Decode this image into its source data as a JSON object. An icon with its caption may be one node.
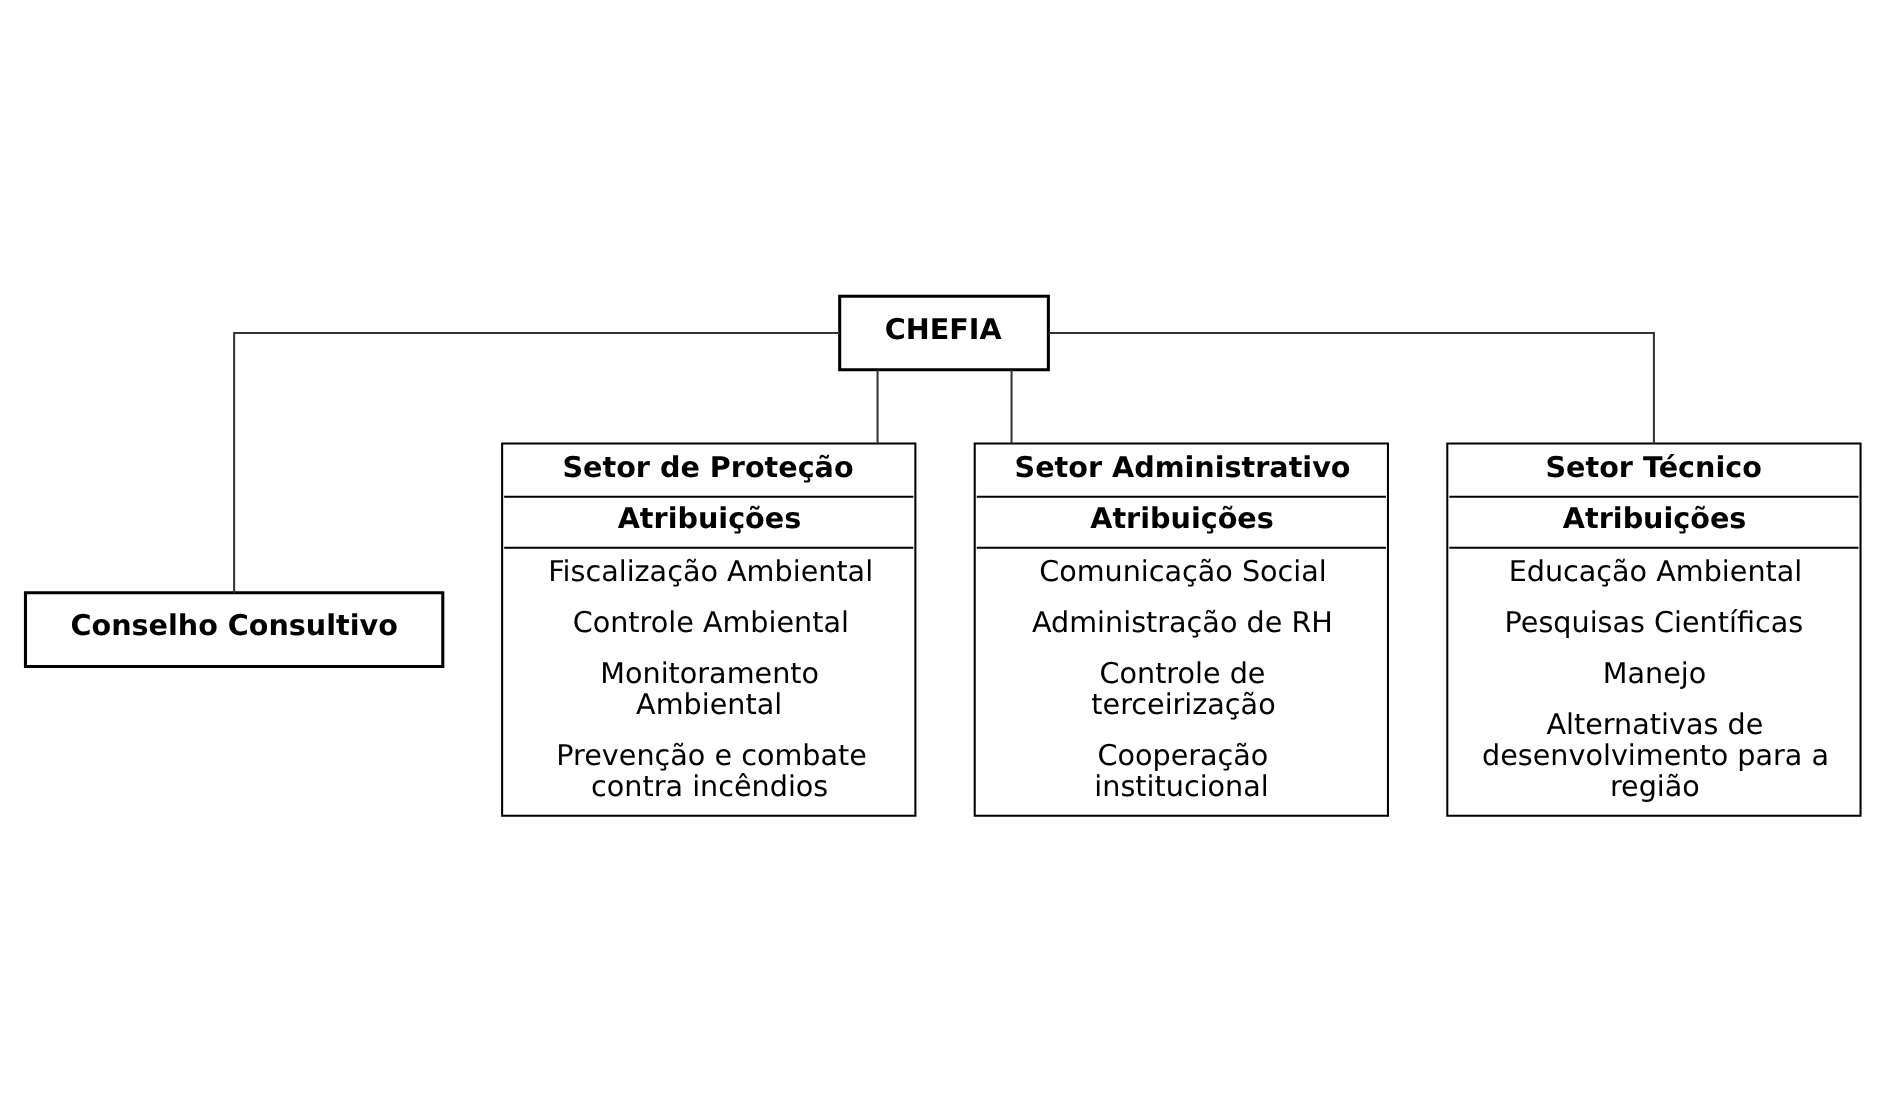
{
  "diagram": {
    "nodes": [
      {
        "text": [
          "CHEFIA"
        ]
      },
      {
        "text": [
          "Conselho Consultivo"
        ]
      },
      {
        "text": [
          "Setor de Proteção",
          "Atribuições",
          "Fiscalização Ambiental",
          "Controle Ambiental",
          "Monitoramento Ambiental",
          "Prevenção e combate contra incêndios"
        ]
      },
      {
        "text": [
          "Setor Administrativo",
          "Atribuições",
          "Comunicação Social",
          "Administração de RH",
          "Controle de terceirização",
          "Cooperação institucional"
        ]
      },
      {
        "text": [
          "Setor Técnico",
          "Atribuições",
          "Educação Ambiental",
          "Pesquisas Científicas",
          "Manejo",
          "Alternativas de desenvolvimento para a região"
        ]
      }
    ],
    "edges": [
      {
        "from": 0,
        "to": 1,
        "arrow": "none"
      },
      {
        "from": 0,
        "to": 2,
        "arrow": "none"
      },
      {
        "from": 0,
        "to": 3,
        "arrow": "none"
      },
      {
        "from": 0,
        "to": 4,
        "arrow": "none"
      }
    ]
  }
}
